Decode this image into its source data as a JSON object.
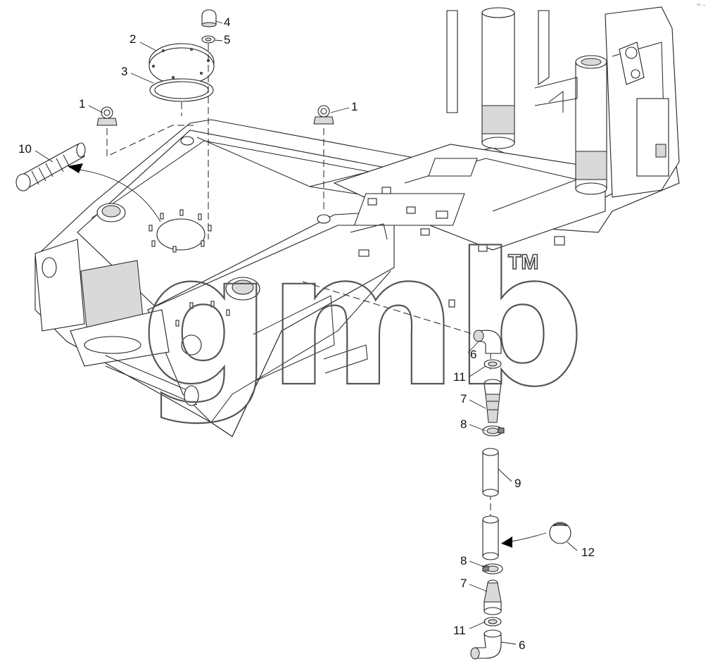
{
  "diagram": {
    "callouts": [
      {
        "id": "c1a",
        "label": "1"
      },
      {
        "id": "c1b",
        "label": "1"
      },
      {
        "id": "c2",
        "label": "2"
      },
      {
        "id": "c3",
        "label": "3"
      },
      {
        "id": "c4",
        "label": "4"
      },
      {
        "id": "c5",
        "label": "5"
      },
      {
        "id": "c10",
        "label": "10"
      },
      {
        "id": "c6a",
        "label": "6"
      },
      {
        "id": "c11a",
        "label": "11"
      },
      {
        "id": "c7a",
        "label": "7"
      },
      {
        "id": "c8a",
        "label": "8"
      },
      {
        "id": "c9",
        "label": "9"
      },
      {
        "id": "c12",
        "label": "12"
      },
      {
        "id": "c8b",
        "label": "8"
      },
      {
        "id": "c7b",
        "label": "7"
      },
      {
        "id": "c11b",
        "label": "11"
      },
      {
        "id": "c6b",
        "label": "6"
      }
    ],
    "watermark": {
      "text": "gmb",
      "trademark": "TM"
    },
    "corner_mark": "∞→"
  }
}
